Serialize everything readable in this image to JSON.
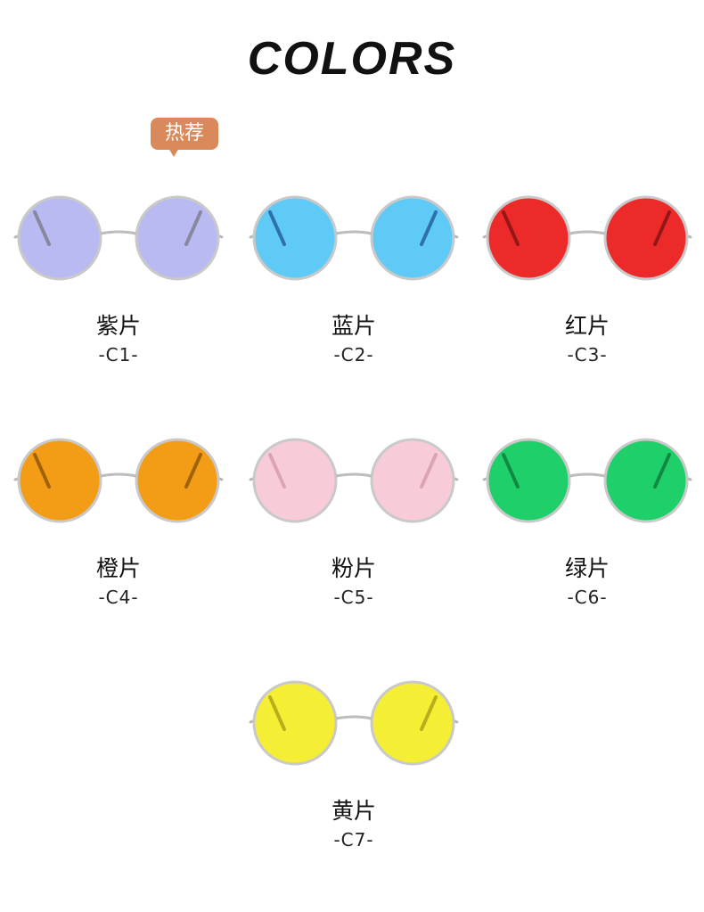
{
  "header": {
    "title": "COLORS",
    "badge": "热荐"
  },
  "items": [
    {
      "name": "紫片",
      "code": "-C1-",
      "lens_color": "#b9baf2"
    },
    {
      "name": "蓝片",
      "code": "-C2-",
      "lens_color": "#5fcaf5"
    },
    {
      "name": "红片",
      "code": "-C3-",
      "lens_color": "#ec2a2a"
    },
    {
      "name": "橙片",
      "code": "-C4-",
      "lens_color": "#f39c16"
    },
    {
      "name": "粉片",
      "code": "-C5-",
      "lens_color": "#f8cbd8"
    },
    {
      "name": "绿片",
      "code": "-C6-",
      "lens_color": "#1fd06a"
    },
    {
      "name": "黄片",
      "code": "-C7-",
      "lens_color": "#f4ee35"
    }
  ]
}
